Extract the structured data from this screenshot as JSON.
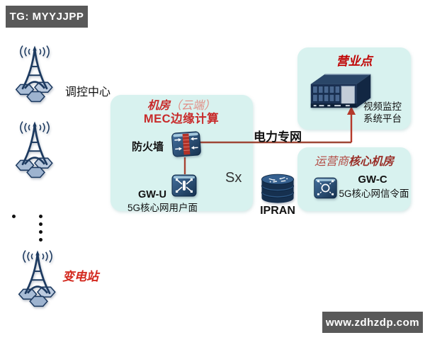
{
  "badge": {
    "label": "TG: MYYJJPP"
  },
  "left_column": {
    "tower1_label": "调控中心",
    "tower3_label": "变电站"
  },
  "mec_box": {
    "title_name": "机房",
    "title_suffix": "（云端）",
    "title_line2": "MEC边缘计算",
    "firewall_label": "防火墙",
    "gateway_name": "GW-U",
    "gateway_desc": "5G核心网用户面",
    "interface_label": "Sx"
  },
  "power_link_label": "电力专网",
  "ipran_label": "IPRAN",
  "business_box": {
    "title": "营业点",
    "platform_line1": "视频监控",
    "platform_line2": "系统平台"
  },
  "operator_box": {
    "title_prefix": "运营商",
    "title_main": "核心机房",
    "gateway_name": "GW-C",
    "gateway_desc": "5G核心网信令面"
  },
  "watermark": "www.zdhzdp.com",
  "colors": {
    "accent_red": "#c00000",
    "title_red": "#c82a2a",
    "connector_red": "#9e4736",
    "arrow_red": "#b5392a",
    "box_fill": "#d8f2ef",
    "navy": "#1d3a60",
    "badge_bg": "#595959"
  }
}
